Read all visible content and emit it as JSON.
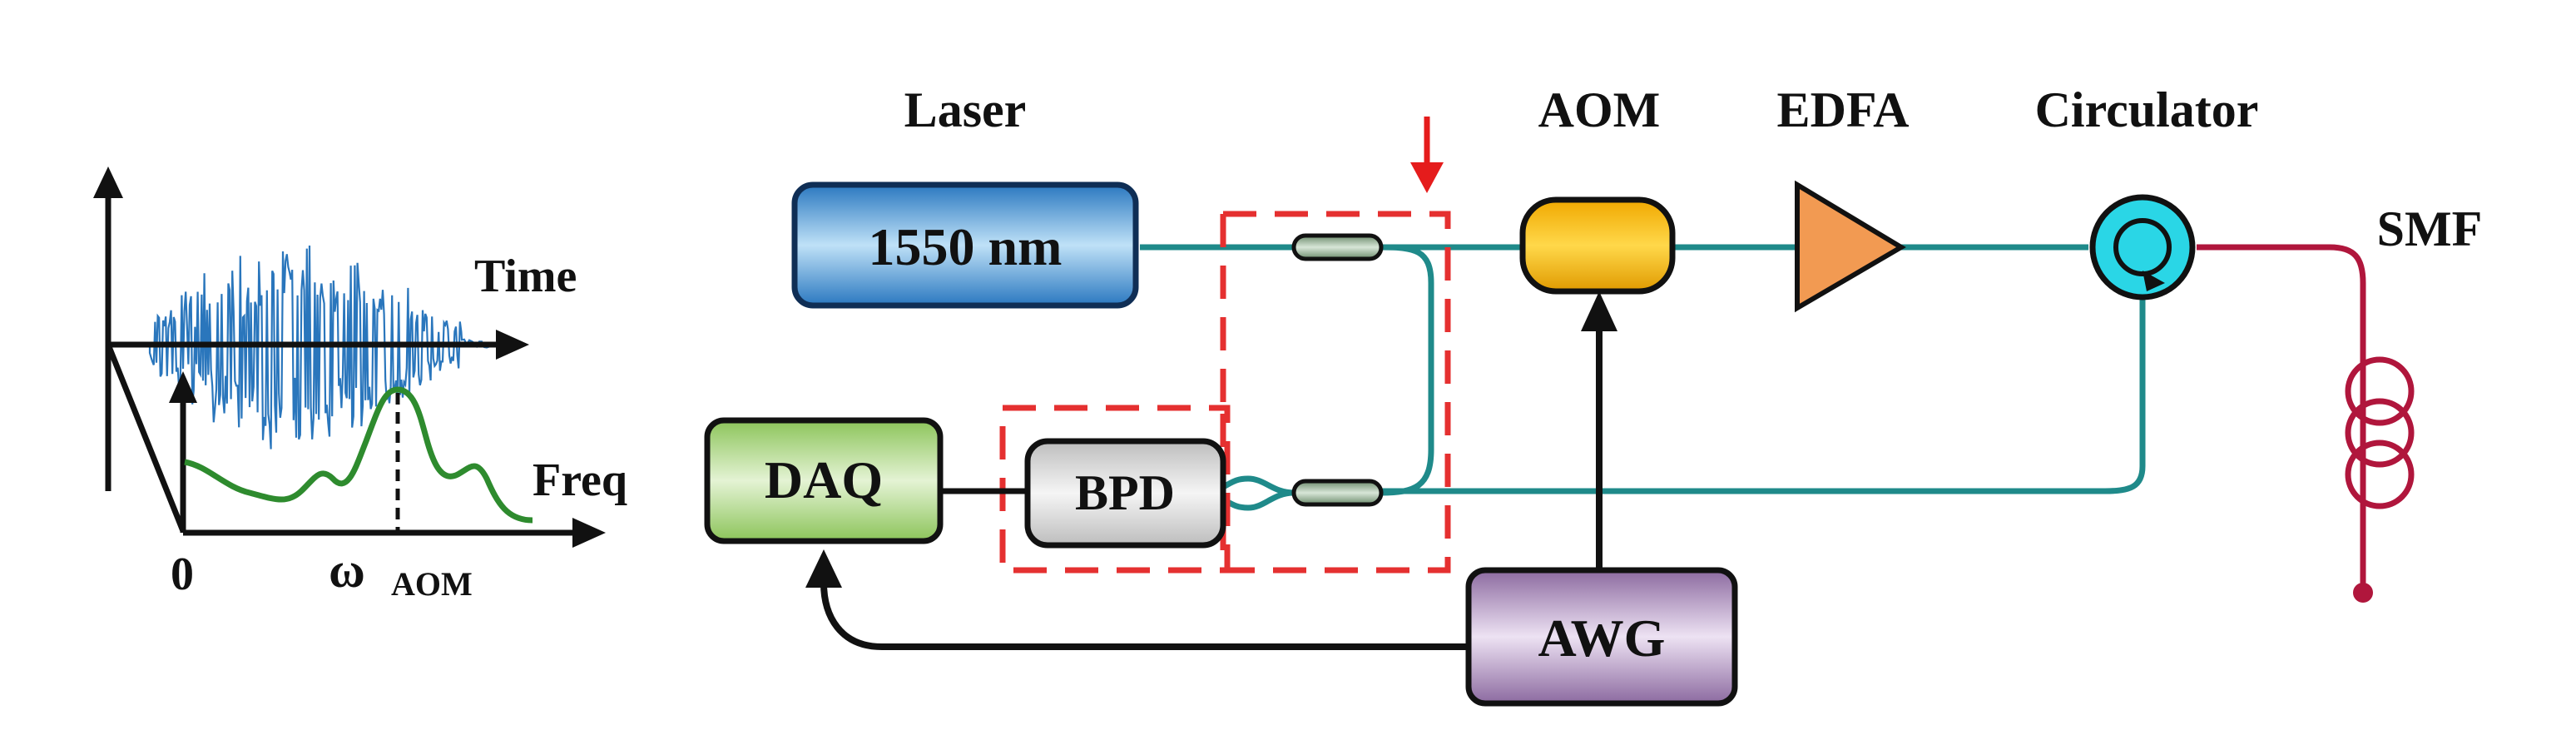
{
  "labels": {
    "laser": "Laser",
    "laser_box": "1550 nm",
    "aom": "AOM",
    "edfa": "EDFA",
    "circulator": "Circulator",
    "smf": "SMF",
    "daq": "DAQ",
    "bpd": "BPD",
    "awg": "AWG",
    "time_axis": "Time",
    "freq_axis": "Freq",
    "origin": "0",
    "omega": "ω",
    "omega_sub": "AOM"
  },
  "colors": {
    "fiber": "#1f8a8a",
    "smf_fiber": "#b0163c",
    "dashed_box": "#e53030",
    "arrow": "#e51c1c",
    "laser_fill": "#3d8fd0",
    "aom_fill": "#f2b705",
    "edfa_fill": "#f29a52",
    "circulator_fill": "#2ad6e6",
    "daq_fill": "#a9d27e",
    "bpd_fill": "#d9d9d9",
    "awg_fill": "#a98ab8",
    "signal_time": "#1f6fb8",
    "spectrum": "#2e8b2e"
  }
}
